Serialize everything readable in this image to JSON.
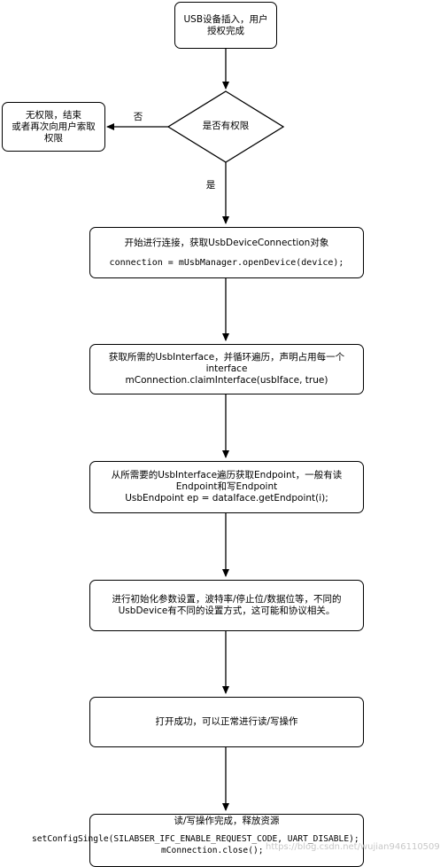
{
  "diagram": {
    "start": {
      "line1": "USB设备插入，用户",
      "line2": "授权完成"
    },
    "decision": {
      "text": "是否有权限"
    },
    "no_permission": {
      "line1": "无权限，结束",
      "line2": "或者再次向用户索取",
      "line3": "权限"
    },
    "edge_no_label": "否",
    "edge_yes_label": "是",
    "step1": {
      "line1": "开始进行连接，获取UsbDeviceConnection对象",
      "code": "connection = mUsbManager.openDevice(device);"
    },
    "step2": {
      "line1": "获取所需的UsbInterface，并循环遍历，声明占用每一个",
      "line2": "interface",
      "code": "mConnection.claimInterface(usbIface, true)"
    },
    "step3": {
      "line1": "从所需要的UsbInterface遍历获取Endpoint，一般有读",
      "line2": "Endpoint和写Endpoint",
      "code": "UsbEndpoint ep = dataIface.getEndpoint(i);"
    },
    "step4": {
      "line1": "进行初始化参数设置，波特率/停止位/数据位等，不同的",
      "line2": "UsbDevice有不同的设置方式，这可能和协议相关。"
    },
    "step5": {
      "text": "打开成功，可以正常进行读/写操作"
    },
    "step6": {
      "line1": "读/写操作完成，释放资源",
      "code1": "setConfigSingle(SILABSER_IFC_ENABLE_REQUEST_CODE, UART_DISABLE);",
      "code2": "mConnection.close();"
    }
  },
  "watermark": "https://blog.csdn.net/wujian946110509"
}
